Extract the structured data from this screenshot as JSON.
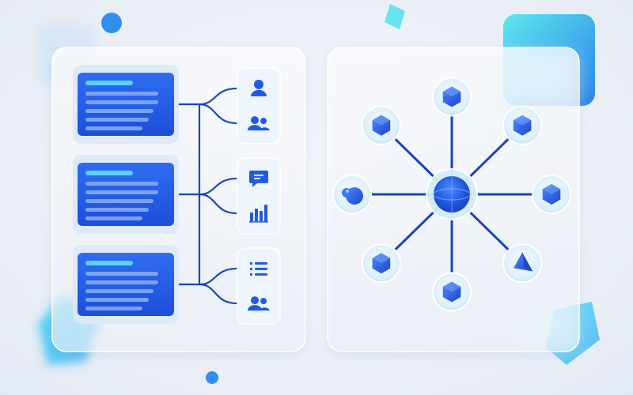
{
  "colors": {
    "accent": "#1f5ae6",
    "accent_dark": "#1545c4",
    "accent_light": "#5ad2ff",
    "teal": "#3fe0e8",
    "panel": "#ffffff",
    "icon_bg": "#e6f1fb"
  },
  "left_panel": {
    "cards": [
      {
        "name": "record-card-1",
        "lines": 5
      },
      {
        "name": "record-card-2",
        "lines": 5
      },
      {
        "name": "record-card-3",
        "lines": 5
      }
    ],
    "icon_groups": [
      {
        "icons": [
          "user-icon",
          "users-icon"
        ]
      },
      {
        "icons": [
          "message-icon",
          "bar-chart-icon"
        ]
      },
      {
        "icons": [
          "list-icon",
          "users-icon"
        ]
      }
    ]
  },
  "right_panel": {
    "hub": {
      "icon": "sphere-icon"
    },
    "nodes": [
      {
        "name": "node-top",
        "icon": "polyhedron-icon"
      },
      {
        "name": "node-top-right",
        "icon": "polyhedron-icon"
      },
      {
        "name": "node-right",
        "icon": "polyhedron-icon"
      },
      {
        "name": "node-bottom-right",
        "icon": "pyramid-icon"
      },
      {
        "name": "node-bottom",
        "icon": "polyhedron-icon"
      },
      {
        "name": "node-bottom-left",
        "icon": "polyhedron-icon"
      },
      {
        "name": "node-left",
        "icon": "sphere-cluster-icon"
      },
      {
        "name": "node-top-left",
        "icon": "polyhedron-icon"
      }
    ]
  }
}
